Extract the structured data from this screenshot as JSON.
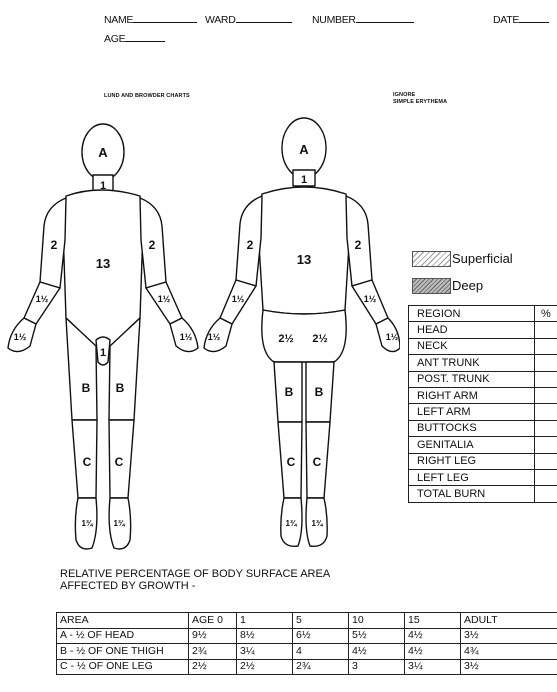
{
  "header": {
    "name_label": "NAME",
    "ward_label": "WARD",
    "number_label": "NUMBER",
    "date_label": "DATE",
    "age_label": "AGE"
  },
  "chart_title": "LUND AND BROWDER CHARTS",
  "note_line1": "IGNORE",
  "note_line2": "SIMPLE ERYTHEMA",
  "front_labels": {
    "head": "A",
    "neck": "1",
    "trunk": "13",
    "upper_arm_left": "2",
    "upper_arm_right": "2",
    "forearm_left": "1½",
    "forearm_right": "1½",
    "hand_left": "1½",
    "hand_right": "1½",
    "genitalia": "1",
    "thigh_left": "B",
    "thigh_right": "B",
    "leg_left": "C",
    "leg_right": "C",
    "foot_left": "1¾",
    "foot_right": "1¾"
  },
  "back_labels": {
    "head": "A",
    "neck": "1",
    "trunk": "13",
    "upper_arm_left": "2",
    "upper_arm_right": "2",
    "forearm_left": "1½",
    "forearm_right": "1½",
    "hand_left": "1½",
    "hand_right": "1½",
    "buttock_left": "2½",
    "buttock_right": "2½",
    "thigh_left": "B",
    "thigh_right": "B",
    "leg_left": "C",
    "leg_right": "C",
    "foot_left": "1¾",
    "foot_right": "1¾"
  },
  "legend": {
    "superficial": "Superficial",
    "deep": "Deep"
  },
  "region_table": {
    "header": [
      "REGION",
      "%"
    ],
    "rows": [
      "HEAD",
      "NECK",
      "ANT TRUNK",
      "POST. TRUNK",
      "RIGHT ARM",
      "LEFT ARM",
      "BUTTOCKS",
      "GENITALIA",
      "RIGHT LEG",
      "LEFT LEG",
      "TOTAL BURN"
    ]
  },
  "growth": {
    "title_line1": "RELATIVE PERCENTAGE OF BODY SURFACE AREA",
    "title_line2": "AFFECTED BY GROWTH -",
    "columns": [
      "AREA",
      "AGE 0",
      "1",
      "5",
      "10",
      "15",
      "ADULT"
    ],
    "rows": [
      [
        "A - ½ OF HEAD",
        "9½",
        "8½",
        "6½",
        "5½",
        "4½",
        "3½"
      ],
      [
        "B - ½ OF ONE THIGH",
        "2¾",
        "3¼",
        "4",
        "4½",
        "4½",
        "4¾"
      ],
      [
        "C - ½ OF ONE LEG",
        "2½",
        "2½",
        "2¾",
        "3",
        "3¼",
        "3½"
      ]
    ]
  }
}
